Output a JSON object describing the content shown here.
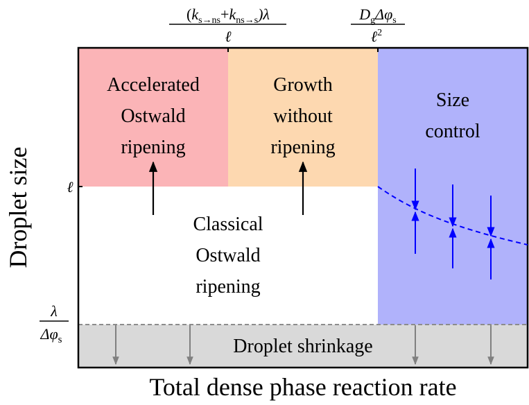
{
  "axes": {
    "x_label": "Total dense phase reaction rate",
    "y_label": "Droplet size"
  },
  "regions": {
    "accelerated": {
      "lines": [
        "Accelerated",
        "Ostwald",
        "ripening"
      ],
      "color": "#fbb4b7"
    },
    "growth": {
      "lines": [
        "Growth",
        "without",
        "ripening"
      ],
      "color": "#fdd8b0"
    },
    "size_control": {
      "lines": [
        "Size",
        "control"
      ],
      "color": "#b0b2fb"
    },
    "classical": {
      "lines": [
        "Classical",
        "Ostwald",
        "ripening"
      ],
      "color": "#ffffff"
    },
    "shrinkage": {
      "lines": [
        "Droplet shrinkage"
      ],
      "color": "#d9d9d9"
    }
  },
  "top_ticks": {
    "t1": {
      "num_k1": "k",
      "num_sub1": "s→ns",
      "num_plus": "+",
      "num_k2": "k",
      "num_sub2": "ns→s",
      "num_tail": ")λ",
      "num_open": "(",
      "den": "ℓ"
    },
    "t2": {
      "num_D": "D",
      "num_sub": "g",
      "num_mid": "Δφ",
      "num_sub2": "s",
      "den": "ℓ",
      "den_sup": "2"
    }
  },
  "left_ticks": {
    "ell": "ℓ",
    "lambda_num": "λ",
    "lambda_den": "Δφ",
    "lambda_den_sub": "s"
  },
  "colors": {
    "arrow_blue": "#0000ff",
    "arrow_gray": "#808080",
    "dashed_gray": "#8c8c8c",
    "frame": "#000000"
  }
}
